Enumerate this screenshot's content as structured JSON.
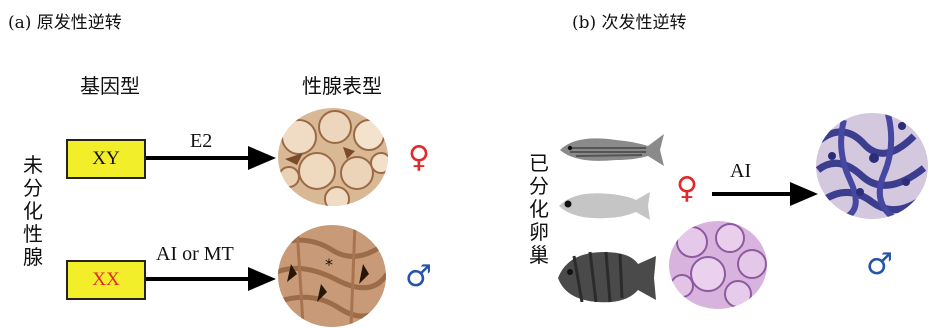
{
  "panel_a": {
    "title": "(a) 原发性逆转",
    "genotype_header": "基因型",
    "gonad_header": "性腺表型",
    "side_label": "未分化性腺",
    "rows": [
      {
        "genotype": "XY",
        "genotype_color": "#111111",
        "treatment": "E2",
        "sex_symbol": "♀"
      },
      {
        "genotype": "XX",
        "genotype_color": "#e3272b",
        "treatment": "AI or MT",
        "sex_symbol": "♂"
      }
    ]
  },
  "panel_b": {
    "title": "(b) 次发性逆转",
    "side_label": "已分化卵巢",
    "female_symbol": "♀",
    "treatment": "AI",
    "male_symbol": "♂"
  },
  "colors": {
    "female": "#e3272b",
    "male": "#2554a8",
    "box_fill": "#f3ee2a"
  }
}
